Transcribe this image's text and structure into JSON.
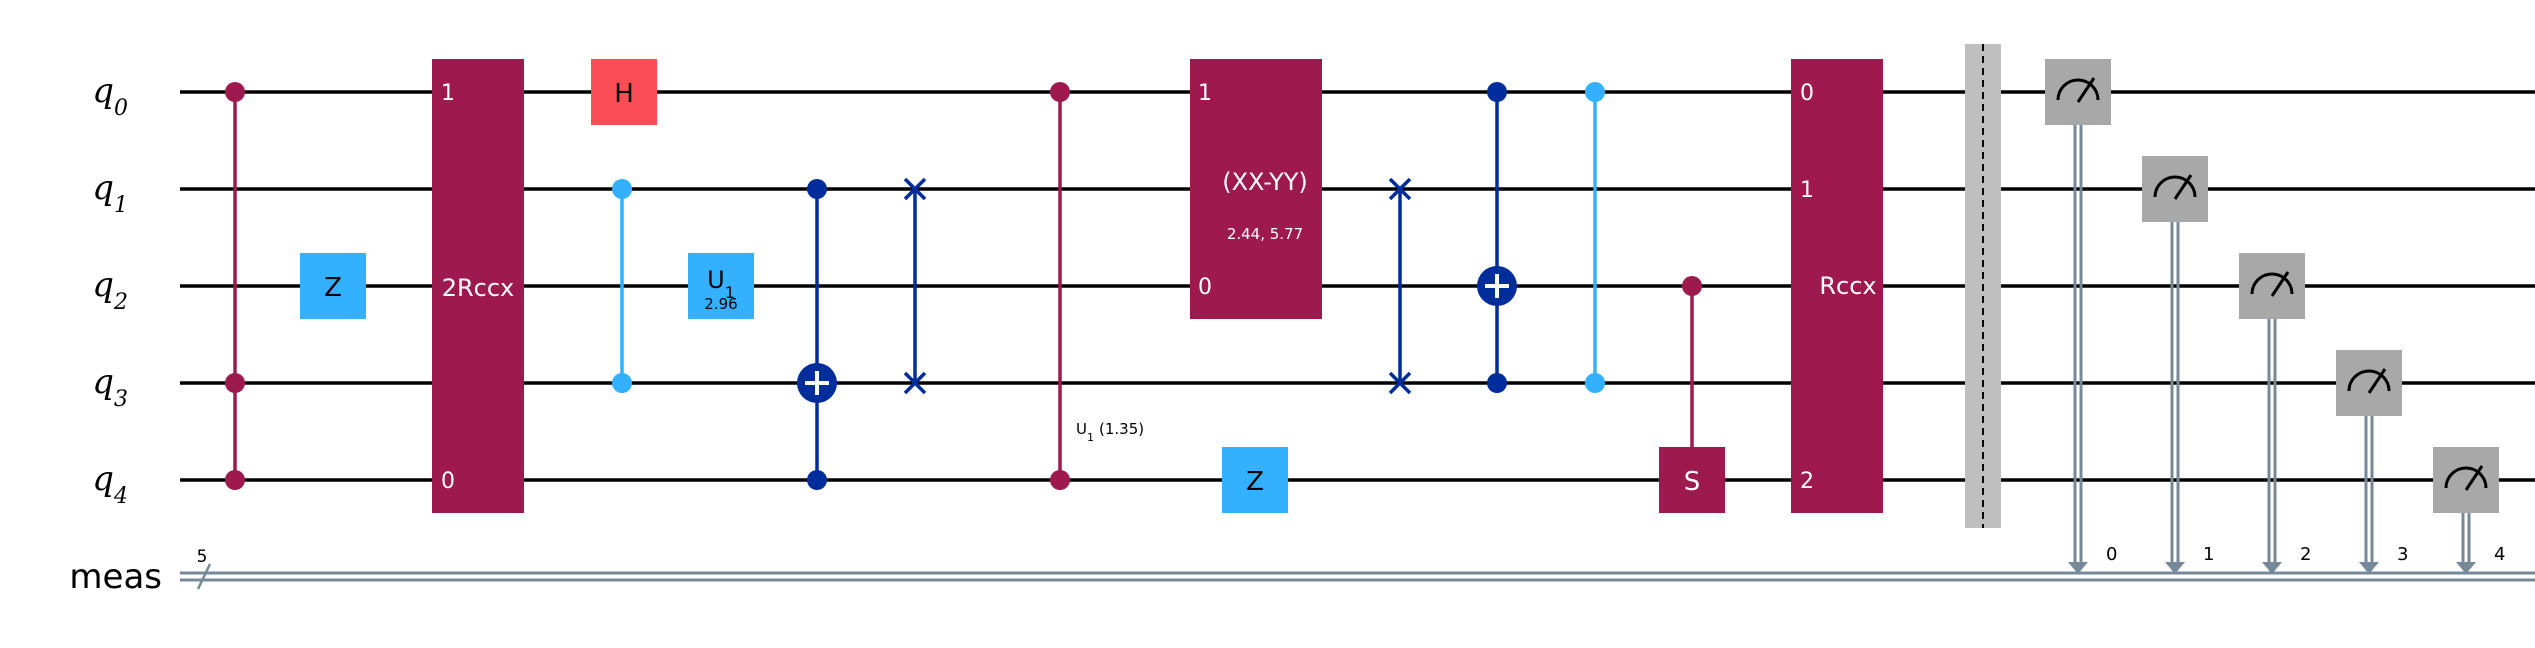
{
  "qubits": [
    "q",
    "q",
    "q",
    "q",
    "q"
  ],
  "qubit_subs": [
    "0",
    "1",
    "2",
    "3",
    "4"
  ],
  "classical": {
    "name": "meas",
    "size": "5"
  },
  "colors": {
    "purple": "#9E1A4E",
    "light_blue": "#33B1FF",
    "dark_blue": "#002D9C",
    "red": "#FA4D56",
    "gray": "#A8A8A8",
    "barrier": "#BFBFBF",
    "classical": "#778899",
    "wire": "#000000",
    "gate_text_light": "#000000",
    "gate_text_dark": "#FFFFFF"
  },
  "gates": {
    "z1": {
      "label": "Z"
    },
    "rccx2": {
      "label": "2Rccx",
      "pins": [
        "1",
        "0"
      ]
    },
    "h": {
      "label": "H"
    },
    "u1_gate": {
      "label": "U",
      "sub": "1",
      "param": "2.96"
    },
    "cu1_label": {
      "label": "U",
      "sub": "1",
      "param": "(1.35)"
    },
    "xxyy": {
      "label": "(XX-YY)",
      "param": "2.44, 5.77",
      "pins": [
        "1",
        "0"
      ]
    },
    "z2": {
      "label": "Z"
    },
    "s": {
      "label": "S"
    },
    "rccx": {
      "label": "Rccx",
      "pins": [
        "0",
        "1",
        "2"
      ]
    }
  },
  "measure_bits": [
    "0",
    "1",
    "2",
    "3",
    "4"
  ]
}
